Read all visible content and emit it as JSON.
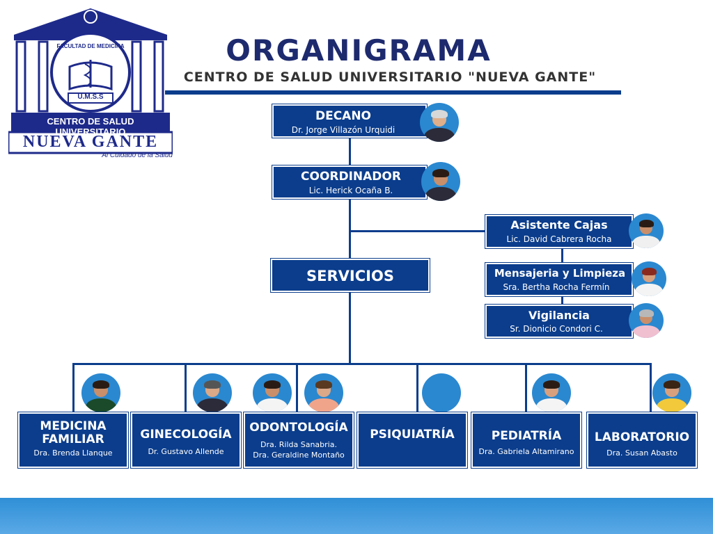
{
  "title": "ORGANIGRAMA",
  "subtitle": "CENTRO DE SALUD UNIVERSITARIO \"NUEVA GANTE\"",
  "logo": {
    "arc_text": "FACULTAD DE MEDICINA",
    "umss": "U.M.S.S",
    "line1": "CENTRO DE SALUD UNIVERSITARIO",
    "line2": "NUEVA GANTE",
    "tagline": "Al Cuidado de la Salud"
  },
  "nodes": {
    "decano": {
      "title": "DECANO",
      "name": "Dr. Jorge Villazón Urquidi"
    },
    "coordinador": {
      "title": "COORDINADOR",
      "name": "Lic. Herick Ocaña B."
    },
    "servicios": {
      "title": "SERVICIOS"
    },
    "asistente": {
      "title": "Asistente Cajas",
      "name": "Lic. David Cabrera Rocha"
    },
    "mensajeria": {
      "title": "Mensajeria y Limpieza",
      "name": "Sra. Bertha Rocha Fermín"
    },
    "vigilancia": {
      "title": "Vigilancia",
      "name": "Sr. Dionicio Condori C."
    }
  },
  "services": [
    {
      "title1": "MEDICINA",
      "title2": "FAMILIAR",
      "name": "Dra. Brenda Llanque"
    },
    {
      "title1": "GINECOLOGÍA",
      "name": "Dr. Gustavo Allende"
    },
    {
      "title1": "ODONTOLOGÍA",
      "name": "Dra. Rilda Sanabria.",
      "name2": "Dra. Geraldine Montaño"
    },
    {
      "title1": "PSIQUIATRÍA"
    },
    {
      "title1": "PEDIATRÍA",
      "name": "Dra. Gabriela Altamirano"
    },
    {
      "title1": "LABORATORIO",
      "name": "Dra. Susan Abasto"
    }
  ],
  "colors": {
    "primary": "#0b3d8c",
    "avatar_bg": "#2a88d0",
    "title": "#1e2a6e"
  }
}
